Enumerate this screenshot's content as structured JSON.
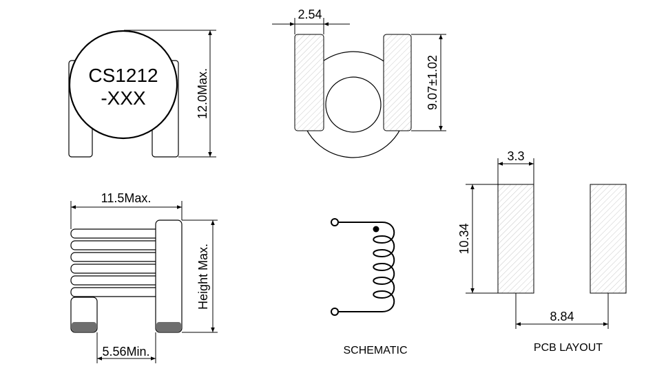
{
  "marking": {
    "line1": "CS1212",
    "line2": "-XXX"
  },
  "dimensions": {
    "top_view_height": "12.0Max.",
    "lead_width": "2.54",
    "lead_height": "9.07±1.02",
    "body_width": "11.5Max.",
    "height": "Height Max.",
    "lead_spacing": "5.56Min.",
    "pad_width": "3.3",
    "pad_length": "10.34",
    "pad_spacing": "8.84"
  },
  "captions": {
    "schematic": "SCHEMATIC",
    "pcb_layout": "PCB LAYOUT"
  }
}
